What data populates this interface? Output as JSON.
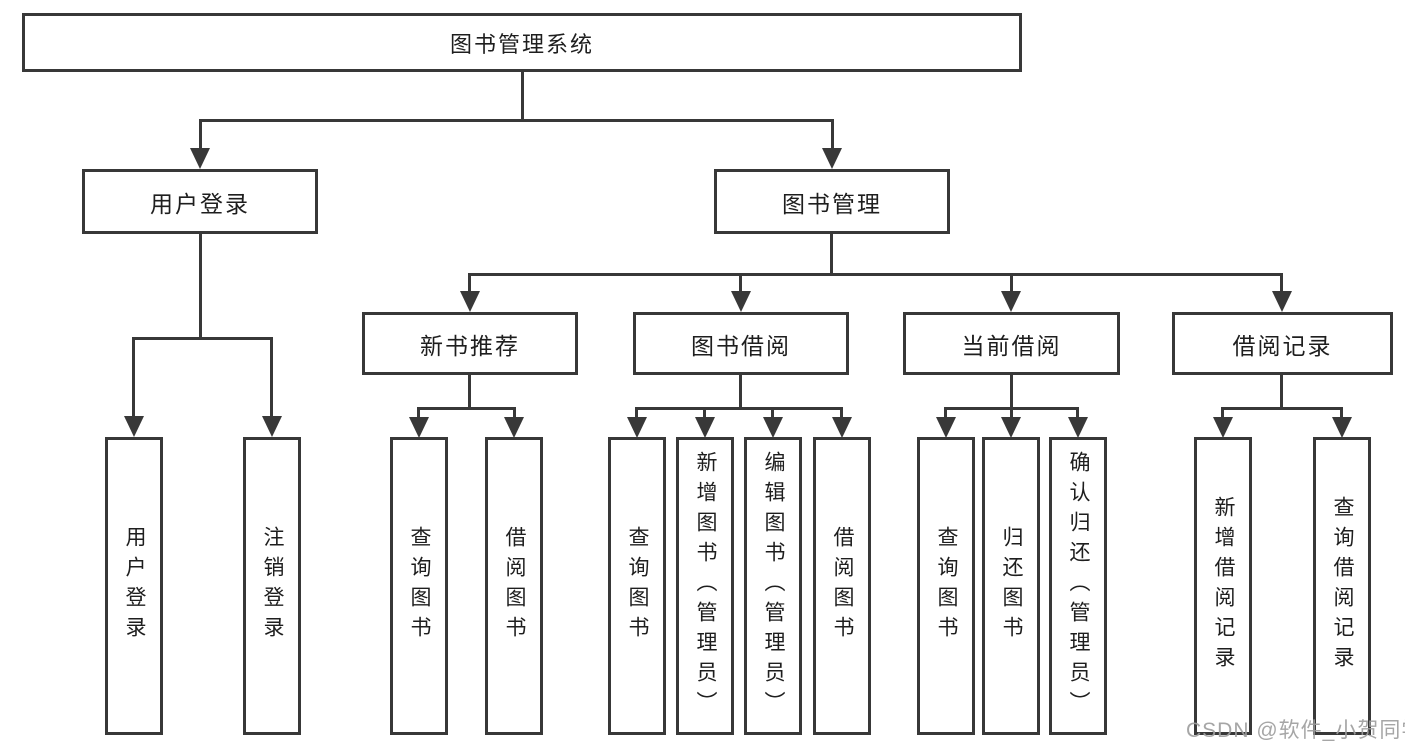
{
  "diagram_title": "图书管理系统",
  "tree": {
    "root": "图书管理系统",
    "branches": [
      {
        "label": "用户登录",
        "children": [
          "用户登录",
          "注销登录"
        ]
      },
      {
        "label": "图书管理",
        "groups": [
          {
            "label": "新书推荐",
            "children": [
              "查询图书",
              "借阅图书"
            ]
          },
          {
            "label": "图书借阅",
            "children": [
              "查询图书",
              "新增图书（管理员）",
              "编辑图书（管理员）",
              "借阅图书"
            ]
          },
          {
            "label": "当前借阅",
            "children": [
              "查询图书",
              "归还图书",
              "确认归还（管理员）"
            ]
          },
          {
            "label": "借阅记录",
            "children": [
              "新增借阅记录",
              "查询借阅记录"
            ]
          }
        ]
      }
    ]
  },
  "watermark": "CSDN @软件_小贺同学",
  "colors": {
    "line": "#383838",
    "text": "#1e1e1e",
    "watermark": "#9e9e9e",
    "background": "#ffffff"
  }
}
